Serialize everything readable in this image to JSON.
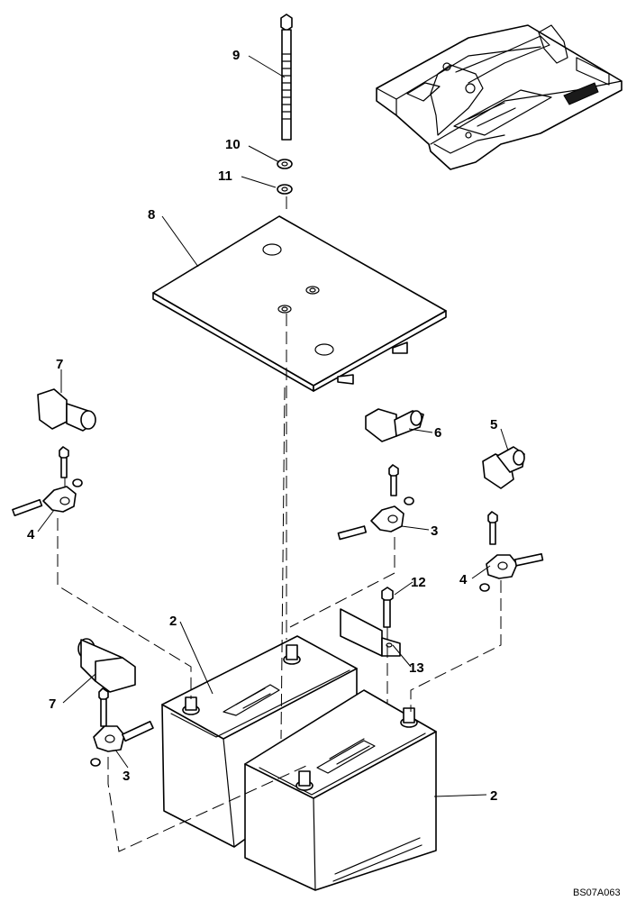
{
  "diagram": {
    "callouts": {
      "c2_top": "2",
      "c2_right": "2",
      "c3_left": "3",
      "c3_mid": "3",
      "c4_left": "4",
      "c4_right": "4",
      "c5": "5",
      "c6": "6",
      "c7_top": "7",
      "c7_bottom": "7",
      "c8": "8",
      "c9": "9",
      "c10": "10",
      "c11": "11",
      "c12": "12",
      "c13": "13"
    },
    "reference_code": "BS07A063"
  }
}
